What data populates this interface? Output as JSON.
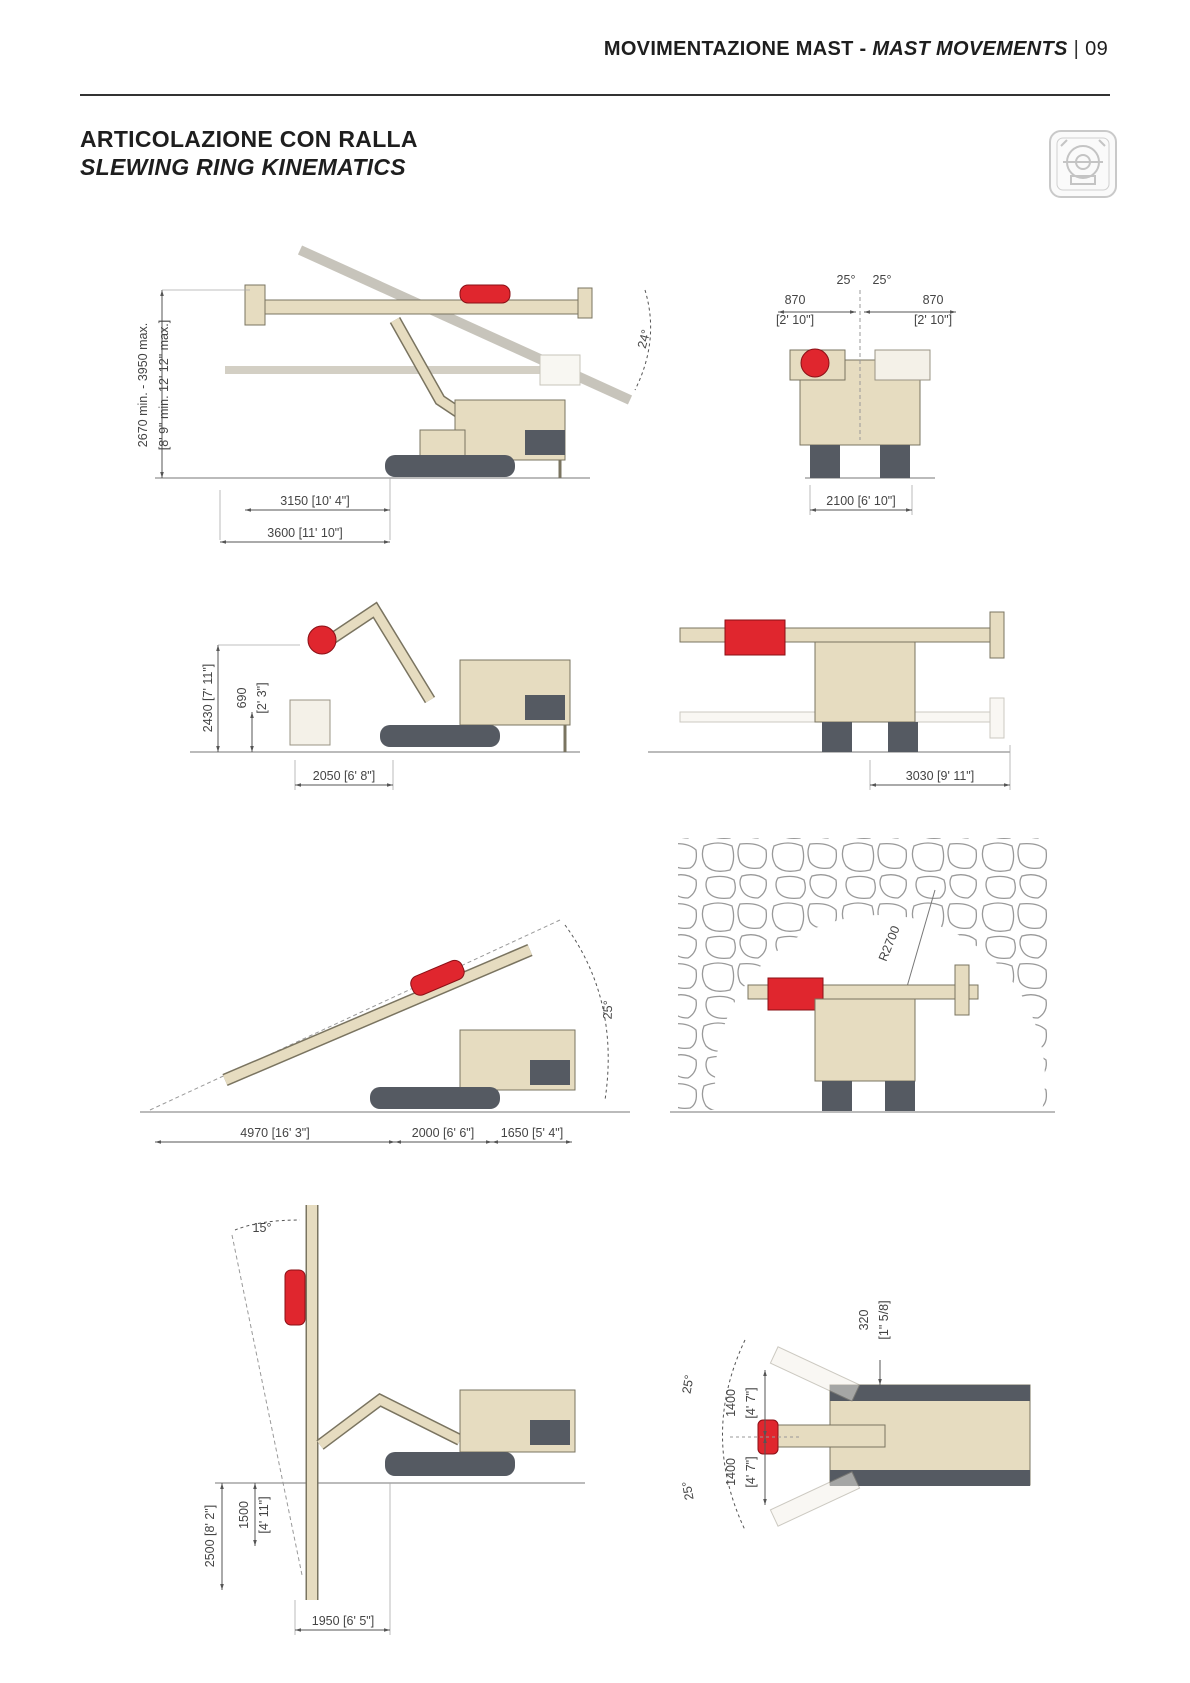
{
  "header": {
    "section_it": "MOVIMENTAZIONE MAST",
    "dash": " - ",
    "section_en": "MAST MOVEMENTS",
    "separator": "|",
    "page_number": "09"
  },
  "title": {
    "line1": "ARTICOLAZIONE CON RALLA",
    "line2": "SLEWING RING KINEMATICS"
  },
  "badge": {
    "icon": "slewing-ring-icon"
  },
  "colors": {
    "machine_body": "#e6dcc0",
    "outline": "#7a7460",
    "drill_head": "#e0262e",
    "tracks": "#555a62",
    "dimension": "#555555"
  },
  "figures": {
    "fig1": {
      "height_mm": "2670 min. - 3950 max.",
      "height_ft": "[8' 9\" min. 12' 12\" max.]",
      "angle": "24°",
      "dim_a": "3150 [10' 4\"]",
      "dim_b": "3600 [11' 10\"]"
    },
    "fig2": {
      "angle_left": "25°",
      "angle_right": "25°",
      "left_mm": "870",
      "left_ft": "[2' 10\"]",
      "right_mm": "870",
      "right_ft": "[2' 10\"]",
      "width": "2100 [6' 10\"]"
    },
    "fig3": {
      "height_a": "2430 [7' 11\"]",
      "height_b_mm": "690",
      "height_b_ft": "[2' 3\"]",
      "length": "2050 [6' 8\"]"
    },
    "fig4": {
      "length": "3030 [9' 11\"]"
    },
    "fig5": {
      "angle": "25°",
      "dim_a": "4970 [16' 3\"]",
      "dim_b": "2000 [6' 6\"]",
      "dim_c": "1650 [5' 4\"]"
    },
    "fig6": {
      "radius": "R2700"
    },
    "fig7": {
      "angle": "15°",
      "depth_a": "2500 [8' 2\"]",
      "depth_b_mm": "1500",
      "depth_b_ft": "[4' 11\"]",
      "length": "1950 [6' 5\"]"
    },
    "fig8": {
      "offset_mm": "320",
      "offset_in": "[1\" 5/8]",
      "angle_top": "25°",
      "angle_bottom": "25°",
      "up_mm": "1400",
      "up_ft": "[4' 7\"]",
      "down_mm": "1400",
      "down_ft": "[4' 7\"]"
    }
  }
}
